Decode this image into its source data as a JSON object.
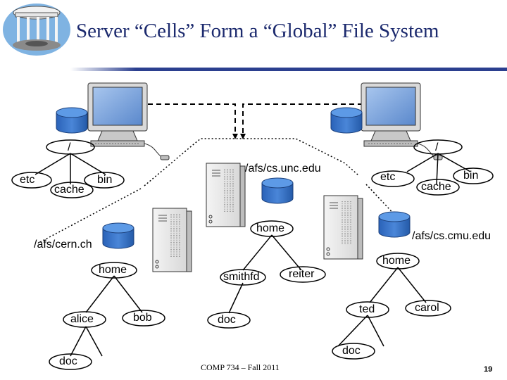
{
  "slide": {
    "title": "Server “Cells” Form a “Global” File System",
    "footer": "COMP 734 – Fall 2011",
    "page_number": "19"
  },
  "left_client_tree": {
    "root": "/",
    "children": [
      "etc",
      "cache",
      "bin"
    ]
  },
  "right_client_tree": {
    "root": "/",
    "children": [
      "etc",
      "cache",
      "bin"
    ]
  },
  "cells": {
    "unc": {
      "mount": "/afs/cs.unc.edu",
      "home": "home",
      "users": [
        "smithfd",
        "reiter"
      ],
      "user_dirs": [
        "doc"
      ]
    },
    "cern": {
      "mount": "/afs/cern.ch",
      "home": "home",
      "users": [
        "alice",
        "bob"
      ],
      "user_dirs": [
        "doc"
      ]
    },
    "cmu": {
      "mount": "/afs/cs.cmu.edu",
      "home": "home",
      "users": [
        "ted",
        "carol"
      ],
      "user_dirs": [
        "doc"
      ]
    }
  },
  "colors": {
    "title": "#1c2a6e",
    "disk": "#2f6fc7",
    "screen": "#6a9ad6",
    "header_rule": "#2b3f8f"
  },
  "icons": [
    "old-well-logo-icon",
    "workstation-icon",
    "disk-icon",
    "server-tower-icon"
  ]
}
